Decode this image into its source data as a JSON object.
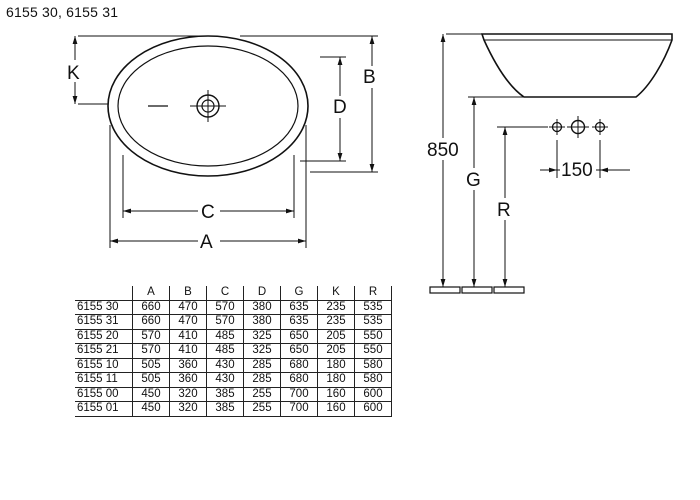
{
  "header": {
    "title": "6155 30, 6155 31"
  },
  "labels": {
    "A": "A",
    "B": "B",
    "C": "C",
    "D": "D",
    "K": "K",
    "G": "G",
    "R": "R",
    "height": "850",
    "spacing": "150"
  },
  "table": {
    "columns": [
      "",
      "A",
      "B",
      "C",
      "D",
      "G",
      "K",
      "R"
    ],
    "rows": [
      [
        "6155 30",
        "660",
        "470",
        "570",
        "380",
        "635",
        "235",
        "535"
      ],
      [
        "6155 31",
        "660",
        "470",
        "570",
        "380",
        "635",
        "235",
        "535"
      ],
      [
        "6155 20",
        "570",
        "410",
        "485",
        "325",
        "650",
        "205",
        "550"
      ],
      [
        "6155 21",
        "570",
        "410",
        "485",
        "325",
        "650",
        "205",
        "550"
      ],
      [
        "6155 10",
        "505",
        "360",
        "430",
        "285",
        "680",
        "180",
        "580"
      ],
      [
        "6155 11",
        "505",
        "360",
        "430",
        "285",
        "680",
        "180",
        "580"
      ],
      [
        "6155 00",
        "450",
        "320",
        "385",
        "255",
        "700",
        "160",
        "600"
      ],
      [
        "6155 01",
        "450",
        "320",
        "385",
        "255",
        "700",
        "160",
        "600"
      ]
    ]
  }
}
